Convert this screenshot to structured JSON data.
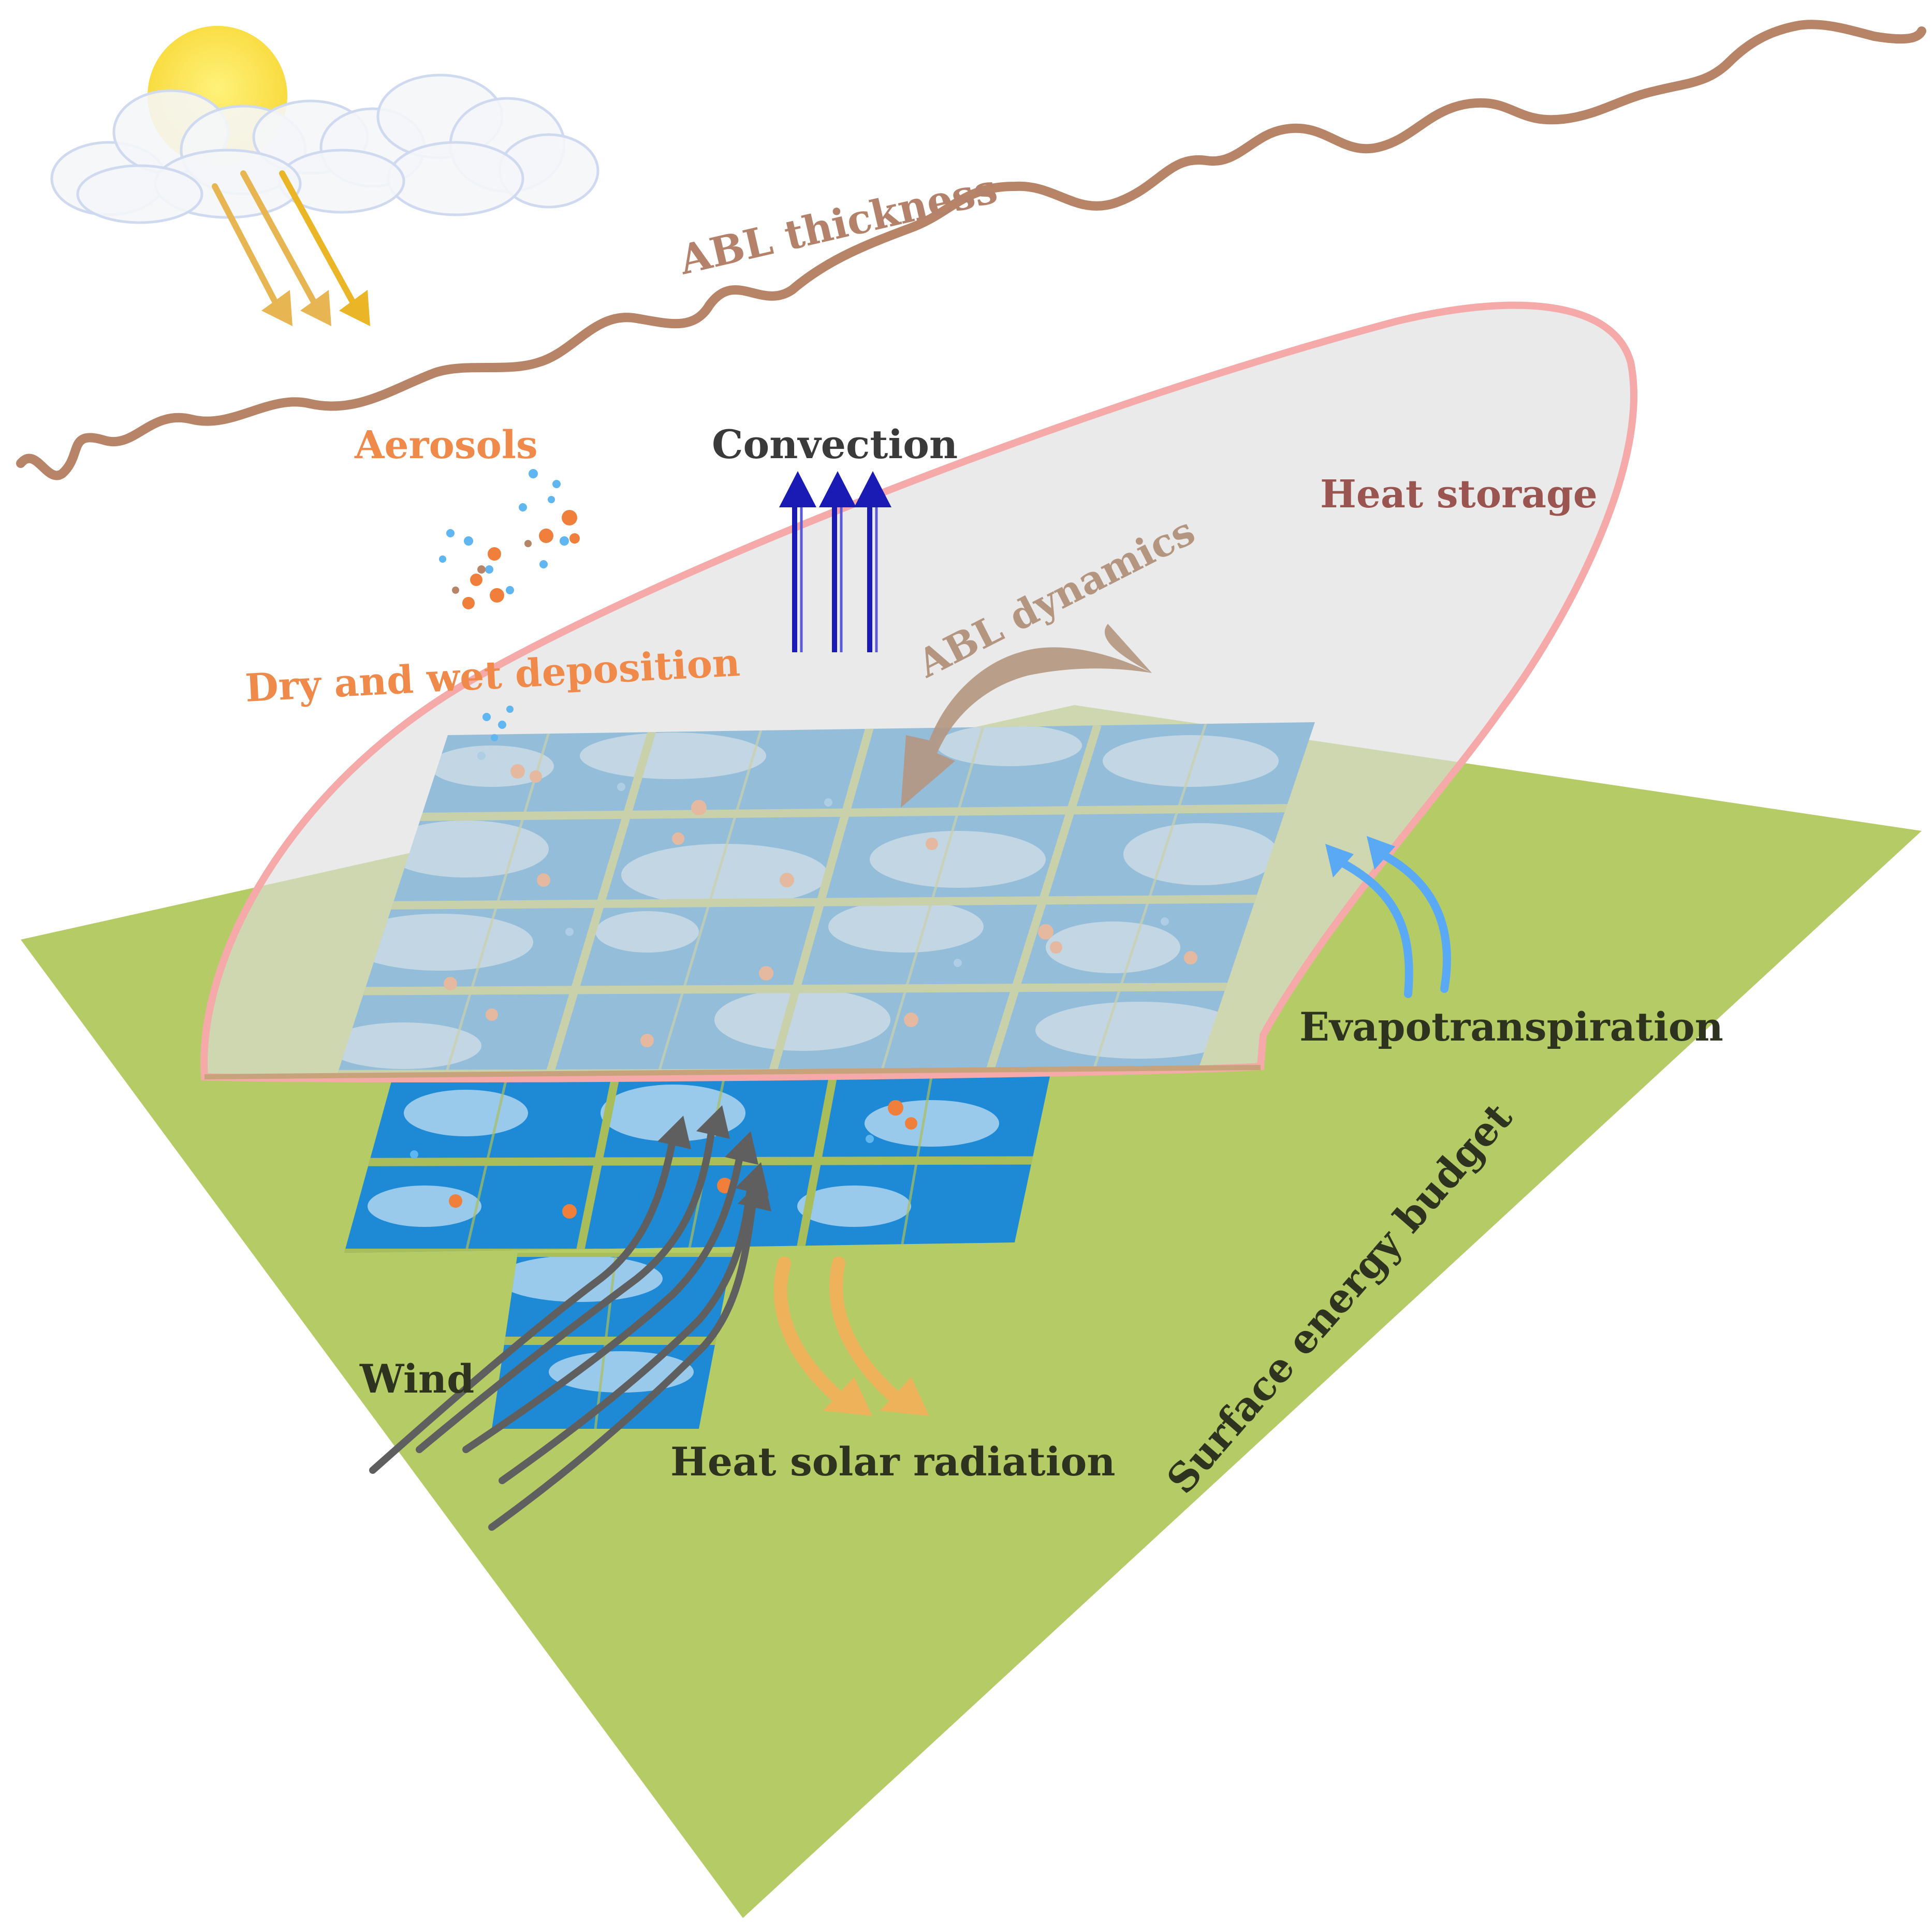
{
  "labels": {
    "abl_thickness": "ABL thickness",
    "aerosols": "Aerosols",
    "convection": "Convection",
    "heat_storage": "Heat storage",
    "abl_dynamics": "ABL dynamics",
    "dry_wet_deposition": "Dry and wet deposition",
    "evapotranspiration": "Evapotranspiration",
    "wind": "Wind",
    "heat_solar_radiation": "Heat solar radiation",
    "surface_energy_budget": "Surface energy budget"
  },
  "colors": {
    "ground": "#b5cc66",
    "abl_line": "#b88468",
    "abl_thickness_text": "#b4826a",
    "aerosol_text": "#f08a4b",
    "convection_text": "#3a3a3a",
    "convection_arrow": "#1a1ab5",
    "heat_storage_text": "#9b5550",
    "dome_fill": "#e6e6e6",
    "dome_stroke": "#f5a9a9",
    "abl_dynamics": "#b49680",
    "panel_blue": "#1e8ad6",
    "panel_frame": "#a9bd5a",
    "evap_arrow": "#5aa9f5",
    "dark_text": "#2e3320",
    "wind_arrow": "#5f5f5f",
    "heat_arrow": "#eeb25a",
    "sun": "#fae54a",
    "sun_ray": "#e7b552"
  }
}
